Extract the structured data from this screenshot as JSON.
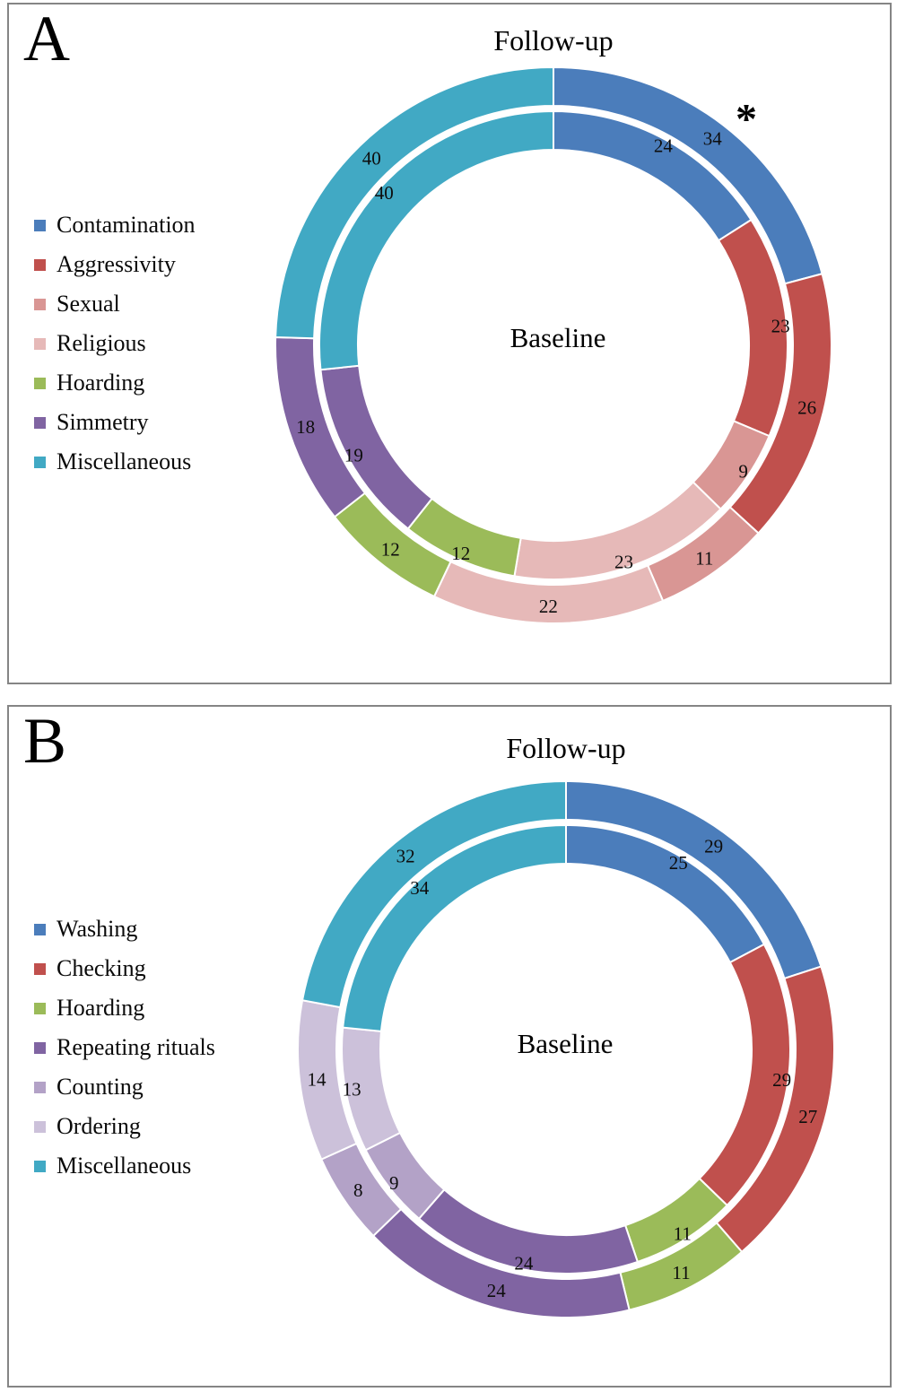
{
  "panels": [
    {
      "letter": "A",
      "top_title": "Follow-up",
      "center_label": "Baseline",
      "annotation": "*",
      "legend": [
        {
          "label": "Contamination",
          "color": "#4b7dbb"
        },
        {
          "label": "Aggressivity",
          "color": "#c0504d"
        },
        {
          "label": "Sexual",
          "color": "#d99694"
        },
        {
          "label": "Religious",
          "color": "#e6b9b8"
        },
        {
          "label": "Hoarding",
          "color": "#9bbb59"
        },
        {
          "label": "Simmetry",
          "color": "#8064a2"
        },
        {
          "label": "Miscellaneous",
          "color": "#41a9c4"
        }
      ],
      "chart_data": {
        "type": "donut",
        "direction": "clockwise",
        "start_angle_deg": 0,
        "categories": [
          "Contamination",
          "Aggressivity",
          "Sexual",
          "Religious",
          "Hoarding",
          "Simmetry",
          "Miscellaneous"
        ],
        "colors": [
          "#4b7dbb",
          "#c0504d",
          "#d99694",
          "#e6b9b8",
          "#9bbb59",
          "#8064a2",
          "#41a9c4"
        ],
        "rings": [
          {
            "name": "Follow-up",
            "position": "outer",
            "values": [
              34,
              26,
              11,
              22,
              12,
              18,
              40
            ]
          },
          {
            "name": "Baseline",
            "position": "inner",
            "values": [
              24,
              23,
              9,
              23,
              12,
              19,
              40
            ]
          }
        ],
        "annotation_note": "* marks the Contamination follow-up segment"
      }
    },
    {
      "letter": "B",
      "top_title": "Follow-up",
      "center_label": "Baseline",
      "annotation": "",
      "legend": [
        {
          "label": "Washing",
          "color": "#4b7dbb"
        },
        {
          "label": "Checking",
          "color": "#c0504d"
        },
        {
          "label": "Hoarding",
          "color": "#9bbb59"
        },
        {
          "label": "Repeating rituals",
          "color": "#8064a2"
        },
        {
          "label": "Counting",
          "color": "#b3a2c7"
        },
        {
          "label": "Ordering",
          "color": "#ccc1da"
        },
        {
          "label": "Miscellaneous",
          "color": "#41a9c4"
        }
      ],
      "chart_data": {
        "type": "donut",
        "direction": "clockwise",
        "start_angle_deg": 0,
        "categories": [
          "Washing",
          "Checking",
          "Hoarding",
          "Repeating rituals",
          "Counting",
          "Ordering",
          "Miscellaneous"
        ],
        "colors": [
          "#4b7dbb",
          "#c0504d",
          "#9bbb59",
          "#8064a2",
          "#b3a2c7",
          "#ccc1da",
          "#41a9c4"
        ],
        "rings": [
          {
            "name": "Follow-up",
            "position": "outer",
            "values": [
              29,
              27,
              11,
              24,
              8,
              14,
              32
            ]
          },
          {
            "name": "Baseline",
            "position": "inner",
            "values": [
              25,
              29,
              11,
              24,
              9,
              13,
              34
            ]
          }
        ],
        "annotation_note": ""
      }
    }
  ]
}
